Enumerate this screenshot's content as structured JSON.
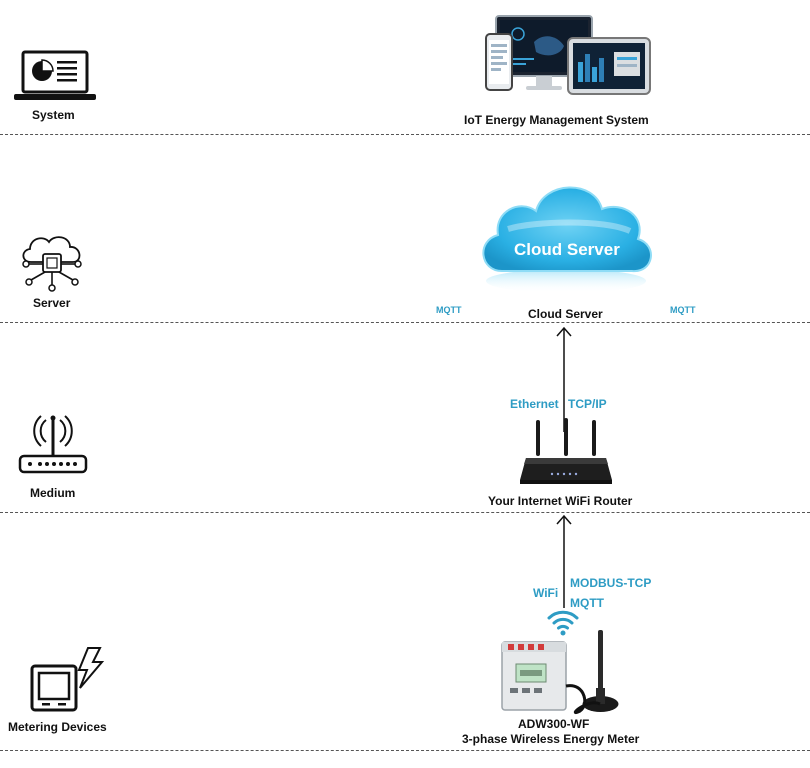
{
  "layers": {
    "system": "System",
    "server": "Server",
    "medium": "Medium",
    "metering": "Metering Devices"
  },
  "system_tier": {
    "caption": "IoT Energy Management System"
  },
  "server_tier": {
    "cloud_text": "Cloud Server",
    "caption": "Cloud Server",
    "left_protocol": "MQTT",
    "right_protocol": "MQTT"
  },
  "medium_tier": {
    "protocol_left": "Ethernet",
    "protocol_right": "TCP/IP",
    "caption": "Your Internet WiFi Router"
  },
  "device_tier": {
    "protocol_wifi": "WiFi",
    "protocol_modbus": "MODBUS-TCP",
    "protocol_mqtt": "MQTT",
    "caption_line1": "ADW300-WF",
    "caption_line2": "3-phase Wireless Energy Meter"
  },
  "colors": {
    "accent": "#2e9cc4",
    "cloud": "#36b6e3",
    "divider": "#555555",
    "text": "#111111"
  },
  "icons": [
    "laptop-chart-icon",
    "cloud-server-icon",
    "router-icon",
    "meter-icon",
    "wifi-icon",
    "arrow-up-icon",
    "cloud-graphic",
    "devices-graphic",
    "router-graphic",
    "energy-meter-graphic"
  ]
}
